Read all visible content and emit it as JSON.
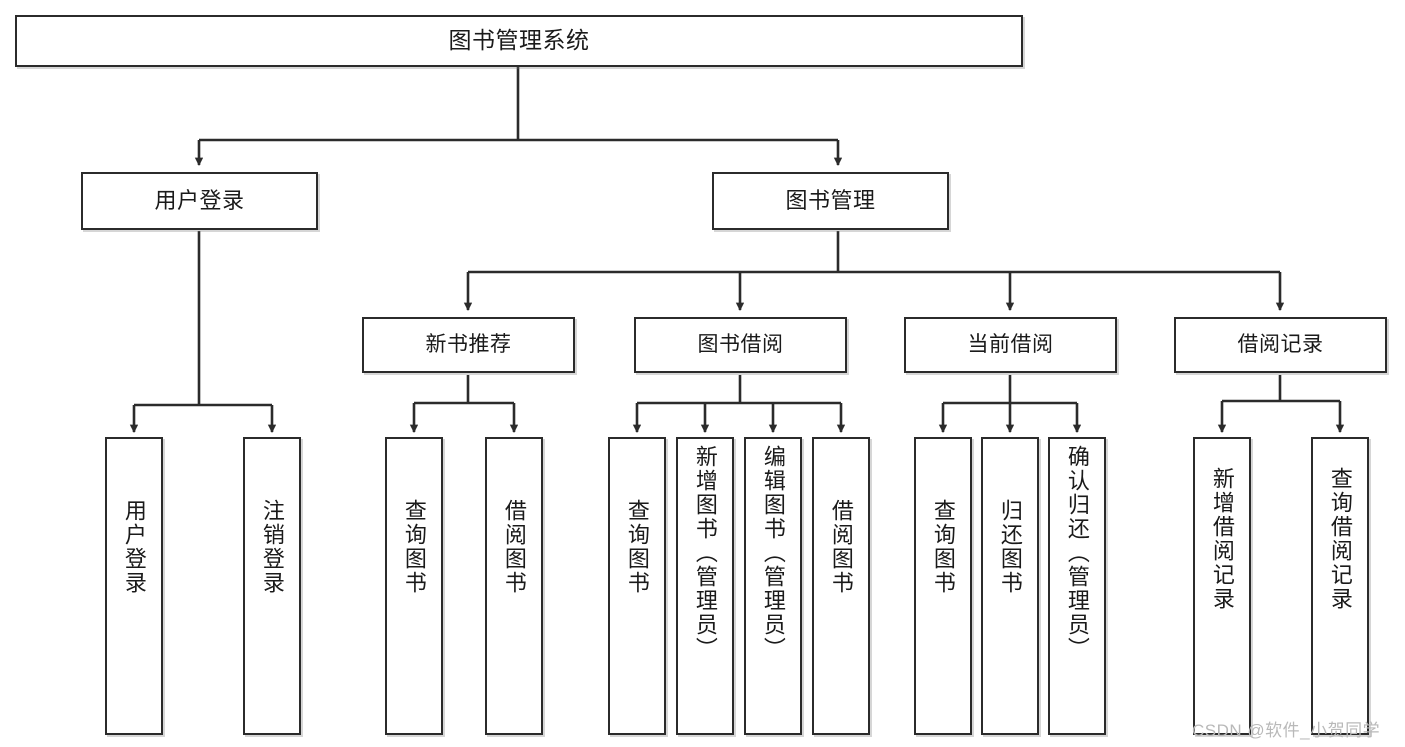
{
  "diagram": {
    "type": "tree",
    "title": "图书管理系统",
    "watermark": "CSDN @软件_小贺同学",
    "colors": {
      "border": "#2b2b2b",
      "background": "#ffffff",
      "text": "#1a1a1a",
      "watermark": "#b9b9b9"
    },
    "nodes": {
      "root": {
        "label": "图书管理系统"
      },
      "level2": [
        {
          "label": "用户登录"
        },
        {
          "label": "图书管理"
        }
      ],
      "level3": [
        {
          "label": "新书推荐"
        },
        {
          "label": "图书借阅"
        },
        {
          "label": "当前借阅"
        },
        {
          "label": "借阅记录"
        }
      ],
      "leaves": {
        "user_login": [
          {
            "label": "用户登录"
          },
          {
            "label": "注销登录"
          }
        ],
        "new_book": [
          {
            "label": "查询图书"
          },
          {
            "label": "借阅图书"
          }
        ],
        "borrow_book": [
          {
            "label": "查询图书"
          },
          {
            "label": "新增图书（管理员）"
          },
          {
            "label": "编辑图书（管理员）"
          },
          {
            "label": "借阅图书"
          }
        ],
        "current_borrow": [
          {
            "label": "查询图书"
          },
          {
            "label": "归还图书"
          },
          {
            "label": "确认归还（管理员）"
          }
        ],
        "borrow_record": [
          {
            "label": "新增借阅记录"
          },
          {
            "label": "查询借阅记录"
          }
        ]
      }
    }
  }
}
